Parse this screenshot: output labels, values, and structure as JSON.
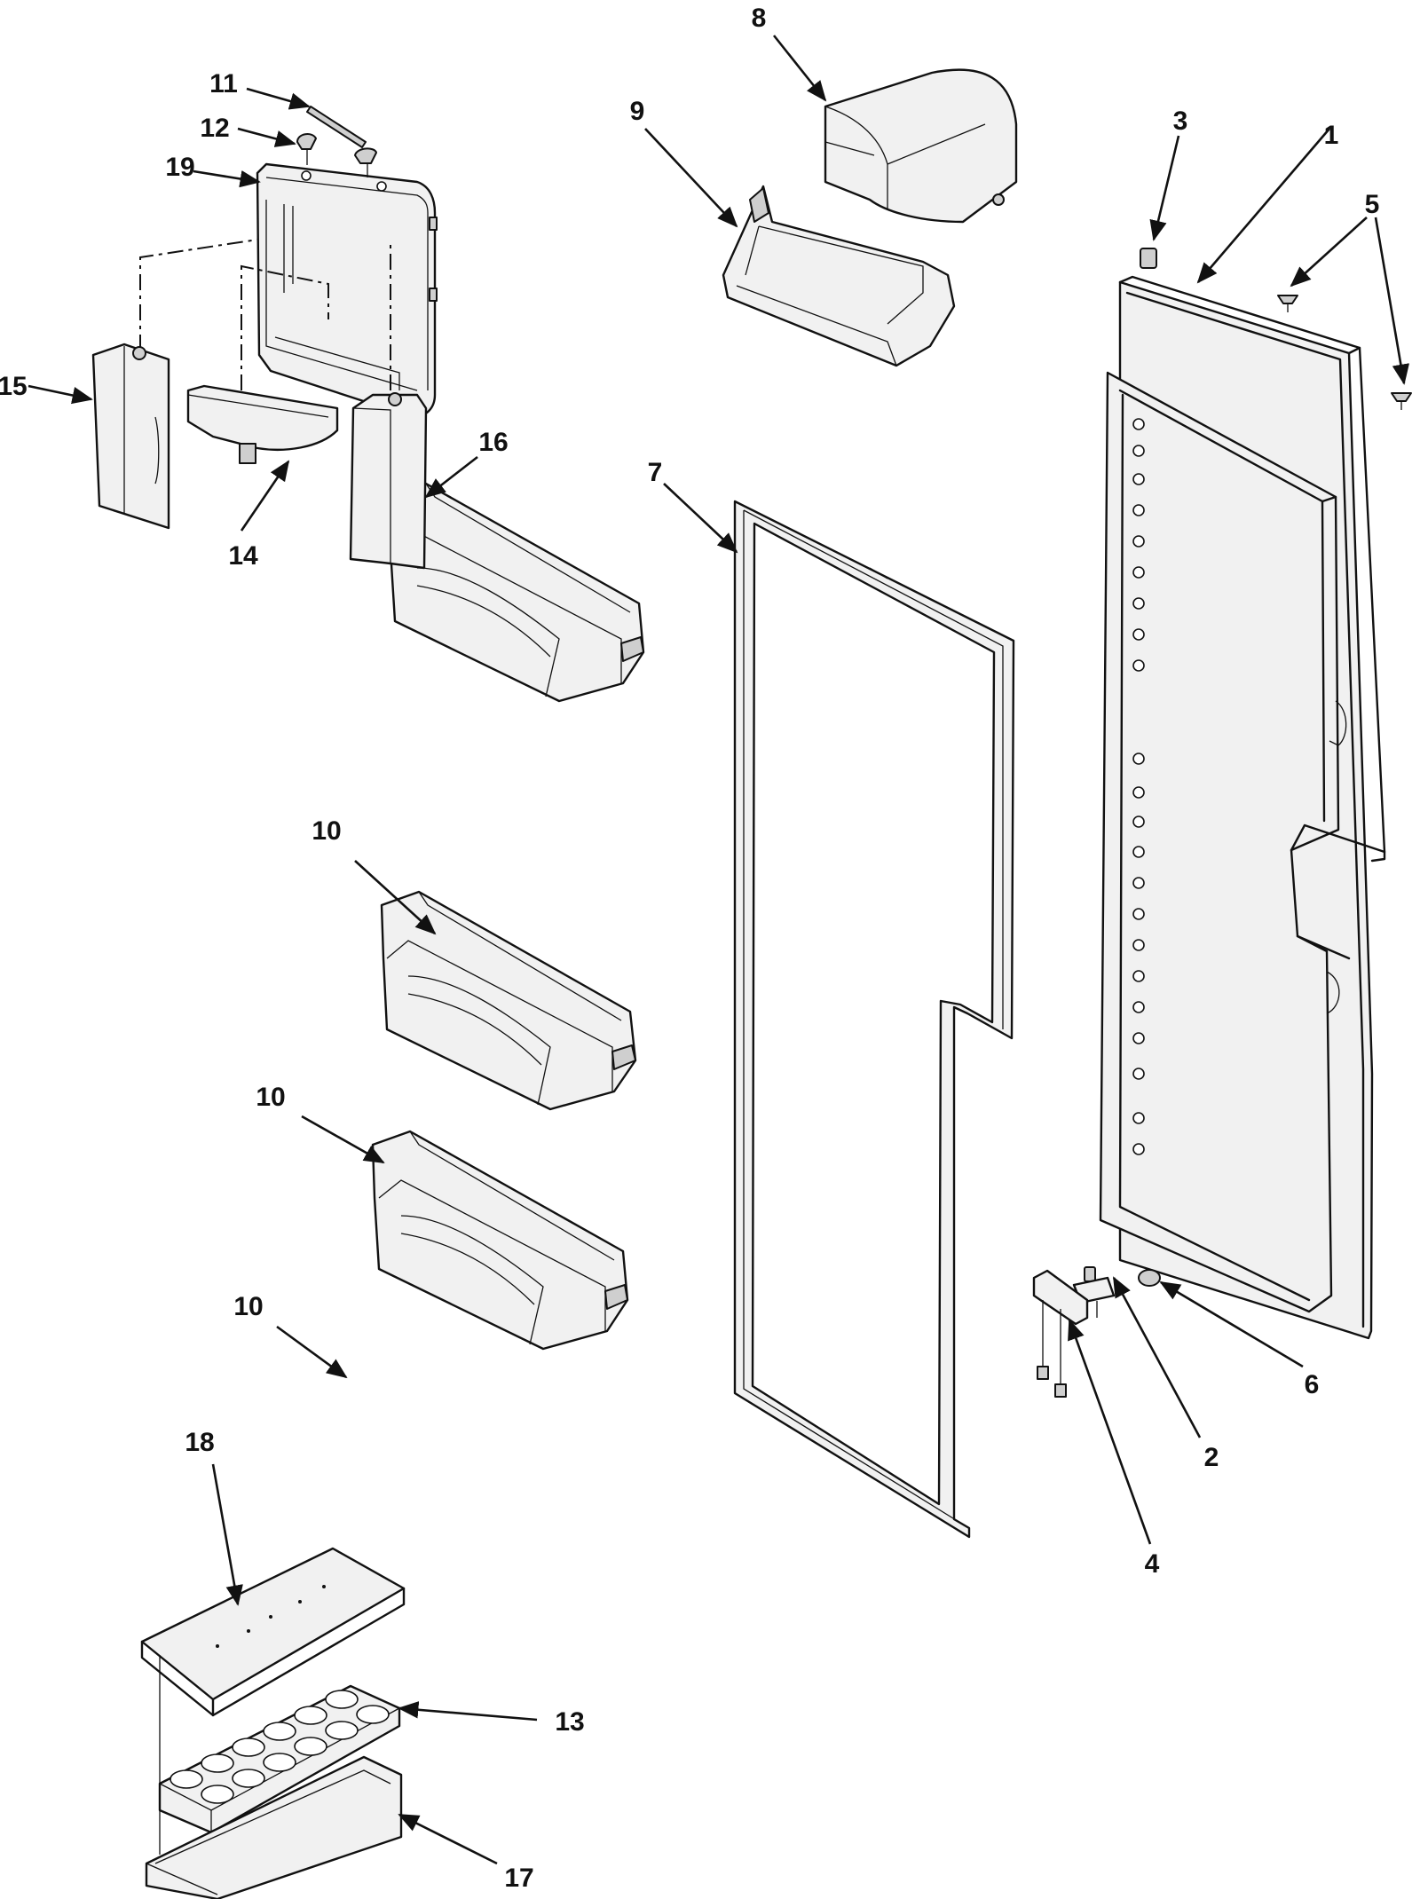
{
  "diagram": {
    "callouts": [
      {
        "id": "1",
        "label": "1"
      },
      {
        "id": "2",
        "label": "2"
      },
      {
        "id": "3",
        "label": "3"
      },
      {
        "id": "4",
        "label": "4"
      },
      {
        "id": "5",
        "label": "5"
      },
      {
        "id": "6",
        "label": "6"
      },
      {
        "id": "7",
        "label": "7"
      },
      {
        "id": "8",
        "label": "8"
      },
      {
        "id": "9",
        "label": "9"
      },
      {
        "id": "10a",
        "label": "10"
      },
      {
        "id": "10b",
        "label": "10"
      },
      {
        "id": "10c",
        "label": "10"
      },
      {
        "id": "11",
        "label": "11"
      },
      {
        "id": "12",
        "label": "12"
      },
      {
        "id": "13",
        "label": "13"
      },
      {
        "id": "14",
        "label": "14"
      },
      {
        "id": "15",
        "label": "15"
      },
      {
        "id": "16",
        "label": "16"
      },
      {
        "id": "17",
        "label": "17"
      },
      {
        "id": "18",
        "label": "18"
      },
      {
        "id": "19",
        "label": "19"
      }
    ]
  }
}
